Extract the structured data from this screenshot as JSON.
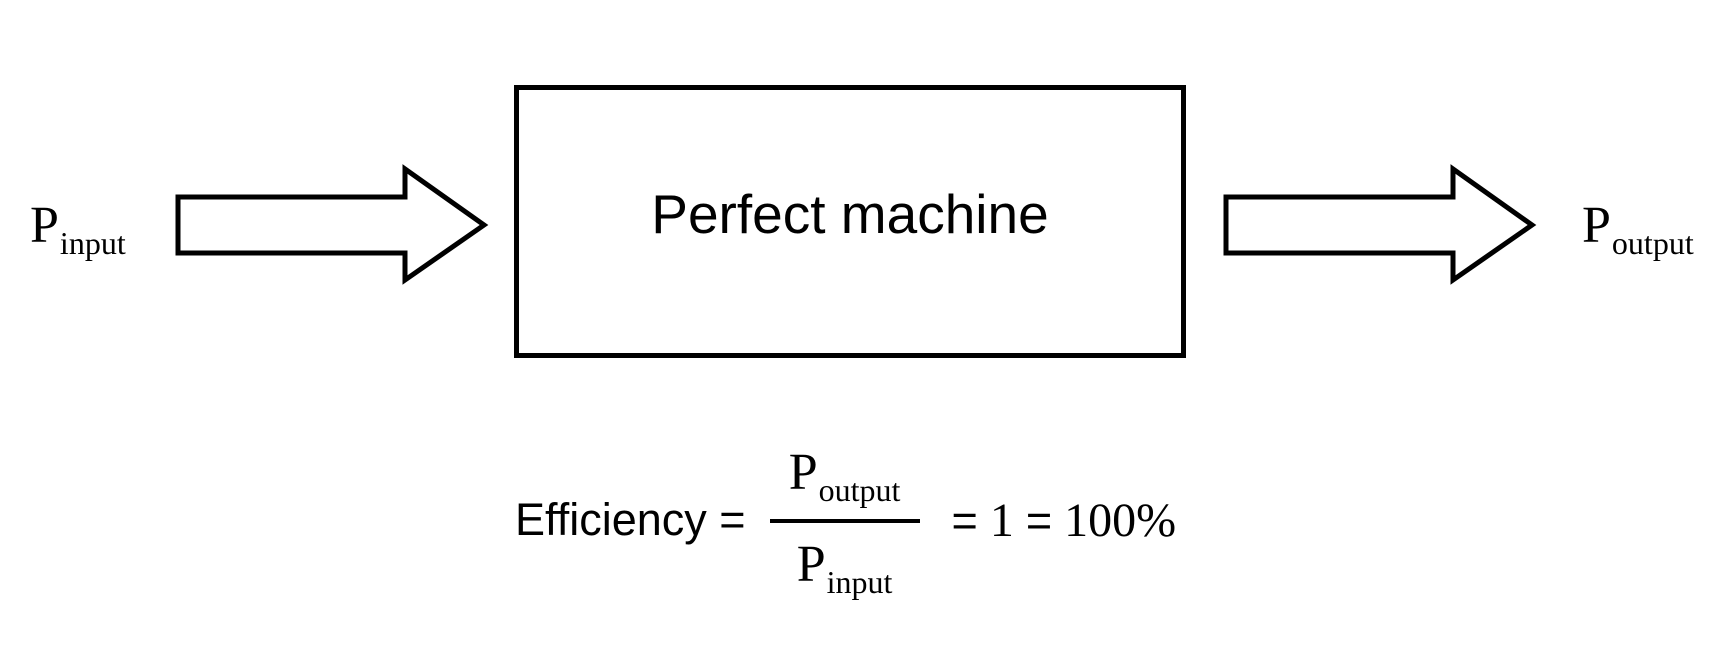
{
  "diagram": {
    "input": {
      "symbol": "P",
      "subscript": "input"
    },
    "output": {
      "symbol": "P",
      "subscript": "output"
    },
    "machine_label": "Perfect machine",
    "colors": {
      "stroke": "#000000",
      "fill": "#ffffff",
      "text": "#000000"
    },
    "icons": {
      "input_arrow": "right-arrow-icon",
      "output_arrow": "right-arrow-icon"
    }
  },
  "formula": {
    "lhs": "Efficiency =",
    "numerator": {
      "symbol": "P",
      "subscript": "output"
    },
    "denominator": {
      "symbol": "P",
      "subscript": "input"
    },
    "eq1": "=",
    "value1": "1",
    "eq2": "=",
    "value2": "100%"
  }
}
